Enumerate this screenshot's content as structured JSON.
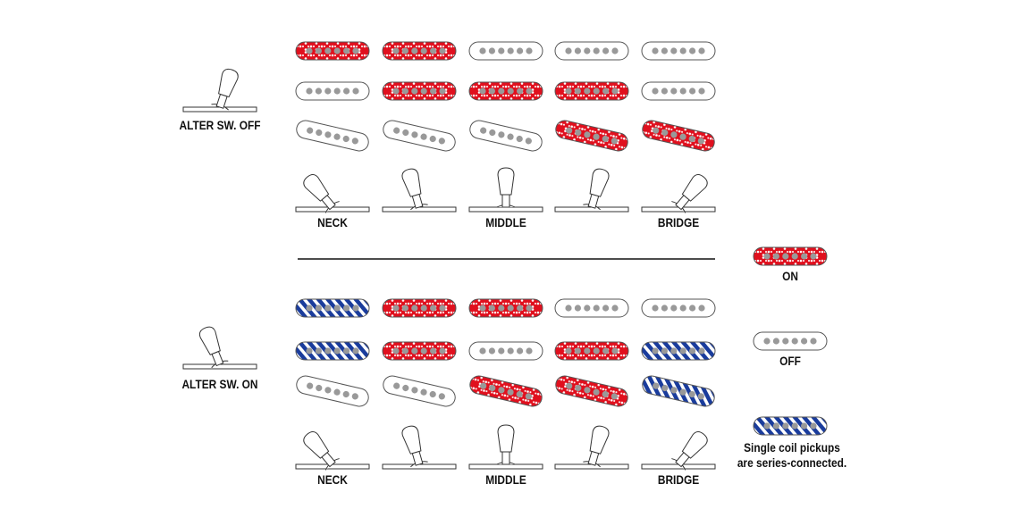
{
  "colors": {
    "on": "#e0101e",
    "series": "#1a3c9c",
    "pole": "#999999",
    "outline": "#555555"
  },
  "positions": [
    "NECK",
    "",
    "MIDDLE",
    "",
    "BRIDGE"
  ],
  "sections": [
    {
      "alter_label": "ALTER SW. OFF",
      "columns": [
        [
          "on",
          "off",
          "off"
        ],
        [
          "on",
          "on",
          "off"
        ],
        [
          "off",
          "on",
          "off"
        ],
        [
          "off",
          "on",
          "on"
        ],
        [
          "off",
          "off",
          "on"
        ]
      ]
    },
    {
      "alter_label": "ALTER SW. ON",
      "columns": [
        [
          "series",
          "series",
          "off"
        ],
        [
          "on",
          "on",
          "off"
        ],
        [
          "on",
          "off",
          "on"
        ],
        [
          "off",
          "on",
          "on"
        ],
        [
          "off",
          "series",
          "series"
        ]
      ]
    }
  ],
  "legend": {
    "on": "ON",
    "off": "OFF",
    "series_line1": "Single coil pickups",
    "series_line2": "are series-connected."
  }
}
